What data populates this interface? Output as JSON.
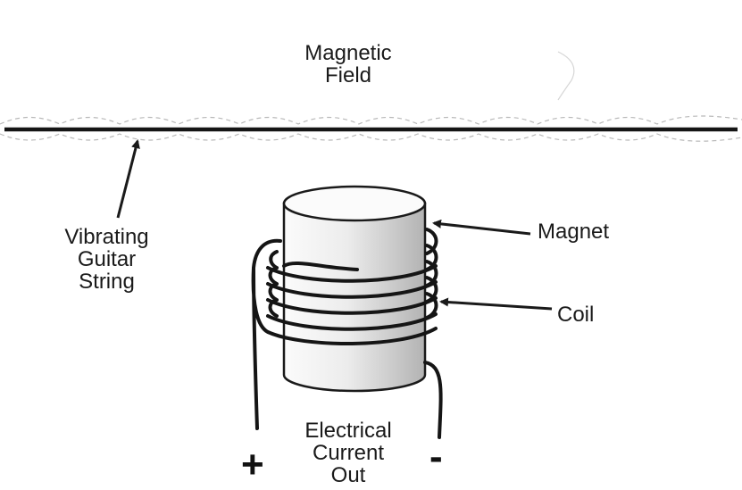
{
  "labels": {
    "magnetic_field": [
      "Magnetic",
      "Field"
    ],
    "vibrating_string": [
      "Vibrating",
      "Guitar",
      "String"
    ],
    "magnet": "Magnet",
    "coil": "Coil",
    "current_out": [
      "Electrical",
      "Current",
      "Out"
    ],
    "plus": "+",
    "minus": "-"
  },
  "colors": {
    "ink": "#1a1a1a",
    "field_lines": "#b9b9b9",
    "magnet_light": "#fbfbfb",
    "magnet_dark": "#b8b8b8",
    "background": "#ffffff"
  }
}
